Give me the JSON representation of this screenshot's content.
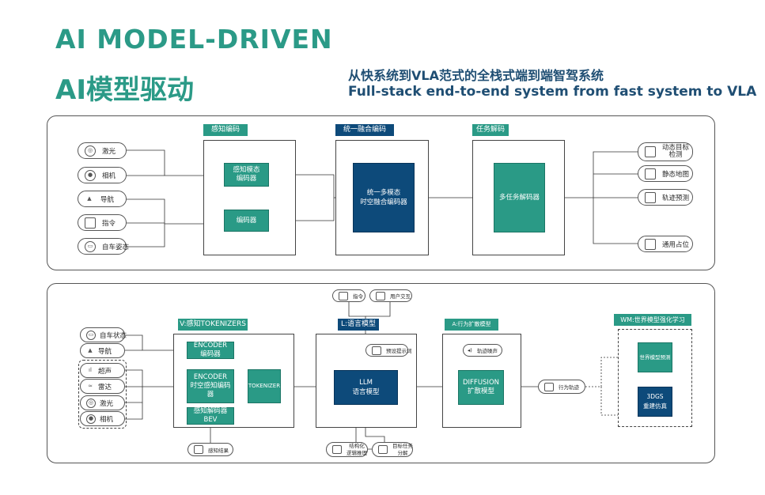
{
  "header": {
    "title_en": "AI MODEL-DRIVEN",
    "title_cn": "AI模型驱动",
    "subtitle_cn": "从快系统到VLA范式的全栈式端到端智驾系统",
    "subtitle_en": "Full-stack end-to-end system from fast system to VLA"
  },
  "top": {
    "inputs": [
      "激光",
      "相机",
      "导航",
      "指令",
      "自车姿态"
    ],
    "perception_header": "感知编码",
    "perception_encoder": "感知模态\n编码器",
    "encoder": "编码器",
    "fusion_header": "统一融合编码",
    "fusion_box_l1": "统一多模态",
    "fusion_box_l2": "时空融合编码器",
    "task_header": "任务解码",
    "task_box": "多任务解码器",
    "outputs": [
      "动态目标\n检测",
      "静态地图",
      "轨迹预测",
      "通用占位"
    ]
  },
  "bottom": {
    "inputs": [
      "自车状态",
      "导航",
      "超声",
      "雷达",
      "激光",
      "相机"
    ],
    "v_header": "V:感知TOKENIZERS",
    "enc1_l1": "ENCODER",
    "enc1_l2": "编码器",
    "enc2_l1": "ENCODER",
    "enc2_l2": "时空感知编码器",
    "dec_l1": "感知解码器",
    "dec_l2": "BEV",
    "tokenizer": "TOKENIZER",
    "perception_result": "感知结果",
    "top_pills": [
      "指令",
      "用户交互"
    ],
    "l_header": "L:语言模型",
    "preset_prompt": "预设提示词",
    "llm_l1": "LLM",
    "llm_l2": "语言模型",
    "structured_l1": "结构化",
    "structured_l2": "逻辑推理",
    "target_l1": "目标任务",
    "target_l2": "分解",
    "a_header": "A:行为扩散模型",
    "noise": "轨迹噪声",
    "diff_l1": "DIFFUSION",
    "diff_l2": "扩散模型",
    "trajectory": "行为轨迹",
    "wm_header": "WM:世界模型强化学习",
    "wm_box1": "世界模型预测",
    "wm_box2_l1": "3DGS",
    "wm_box2_l2": "重建仿真"
  },
  "colors": {
    "teal": "#2a9a86",
    "navy": "#0d4a7a",
    "title": "#2b9a87",
    "subtitle": "#1f4e73"
  }
}
